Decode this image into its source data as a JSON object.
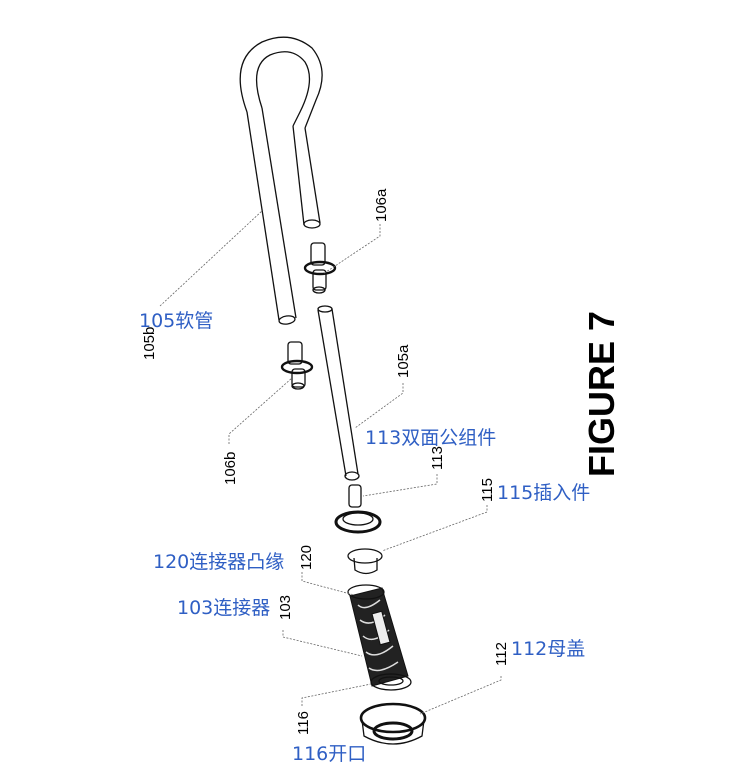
{
  "figure_title": "FIGURE 7",
  "ref_numbers": {
    "n106a": "106a",
    "n105b": "105b",
    "n105a": "105a",
    "n106b": "106b",
    "n113": "113",
    "n115": "115",
    "n120": "120",
    "n103": "103",
    "n112": "112",
    "n116": "116"
  },
  "annotations": {
    "a105": "105软管",
    "a113": "113双面公组件",
    "a115": "115插入件",
    "a120": "120连接器凸缘",
    "a103": "103连接器",
    "a112": "112母盖",
    "a116": "116开口"
  }
}
